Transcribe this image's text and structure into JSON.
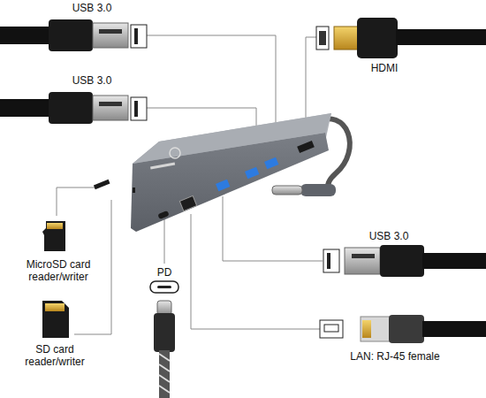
{
  "diagram": {
    "labels": [
      "USB 3.0",
      "USB 3.0",
      "HDMI",
      "MicroSD card reader/writer",
      "PD",
      "USB 3.0",
      "LAN: RJ-45 female",
      "SD card reader/writer"
    ]
  }
}
